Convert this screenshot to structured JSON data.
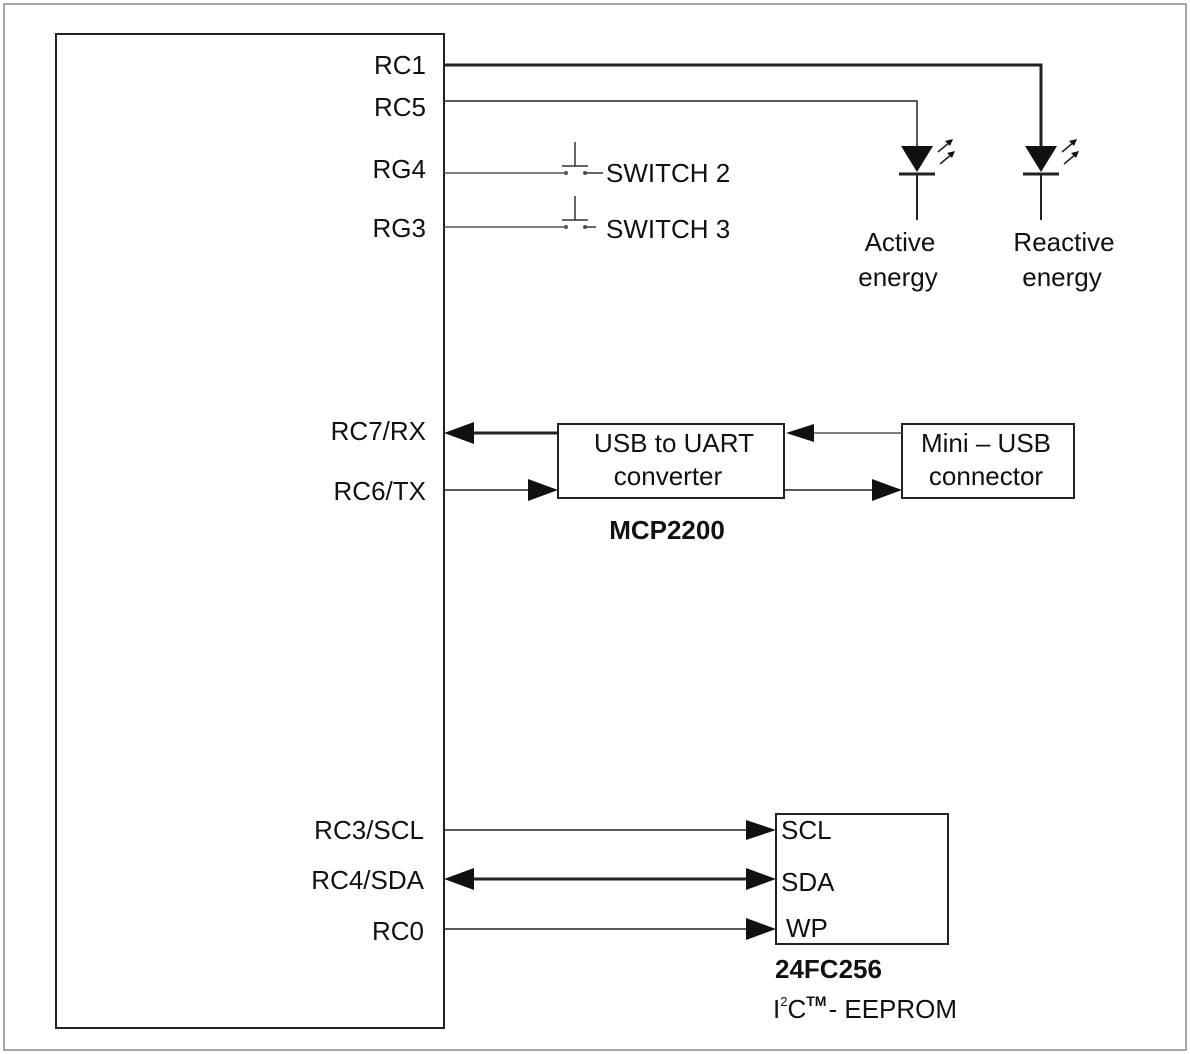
{
  "pins": {
    "rc1": "RC1",
    "rc5": "RC5",
    "rg4": "RG4",
    "rg3": "RG3",
    "rc7": "RC7/RX",
    "rc6": "RC6/TX",
    "rc3": "RC3/SCL",
    "rc4": "RC4/SDA",
    "rc0": "RC0"
  },
  "switches": {
    "switch2": "SWITCH 2",
    "switch3": "SWITCH 3"
  },
  "leds": {
    "active_line1": "Active",
    "active_line2": "energy",
    "reactive_line1": "Reactive",
    "reactive_line2": "energy"
  },
  "usb_uart": {
    "line1": "USB to UART",
    "line2": "converter",
    "part": "MCP2200"
  },
  "mini_usb": {
    "line1": "Mini – USB",
    "line2": "connector"
  },
  "eeprom": {
    "pin_scl": "SCL",
    "pin_sda": "SDA",
    "pin_wp": "WP",
    "part": "24FC256",
    "desc_i": "I",
    "desc_sup2": "2",
    "desc_c": "C",
    "desc_tm": "TM",
    "desc_rest": "- EEPROM"
  },
  "colors": {
    "line": "#222222",
    "text": "#111111",
    "frame": "#888888"
  }
}
